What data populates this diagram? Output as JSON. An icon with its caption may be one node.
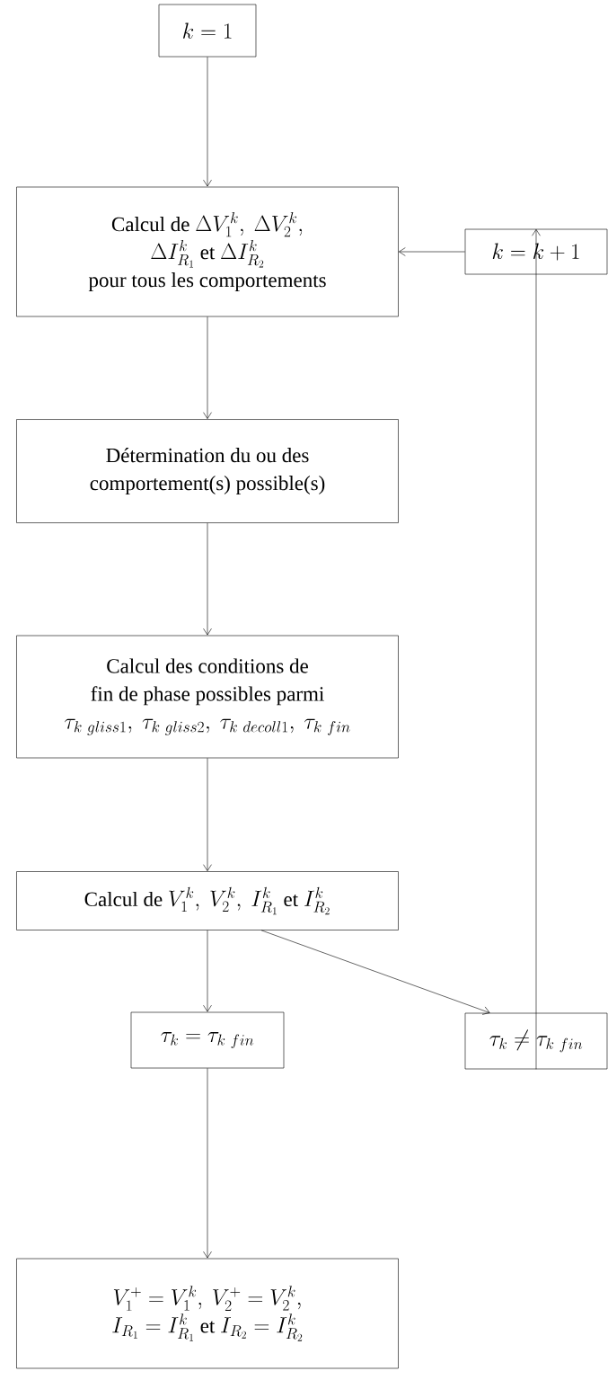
{
  "diagram": {
    "nodes": [
      {
        "text": [
          "k = 1"
        ]
      },
      {
        "text": [
          "\\text{Calcul de }\\Delta V_1^k,\\ \\Delta V_2^k,",
          "\\Delta I_{R_1}^k\\text{ et }\\Delta I_{R_2}^k",
          "pour tous les comportements"
        ]
      },
      {
        "text": [
          "Détermination du ou des",
          "comportement(s) possible(s)"
        ]
      },
      {
        "text": [
          "Calcul des conditions de",
          "fin de phase possibles parmi",
          "\\tau_{k\\ gliss1},\\ \\tau_{k\\ gliss2},\\ \\tau_{k\\ decoll1},\\ \\tau_{k\\ fin}"
        ]
      },
      {
        "text": [
          "\\text{Calcul de }V_1^k,\\ V_2^k,\\ I_{R_1}^k\\text{ et }I_{R_2}^k"
        ]
      },
      {
        "text": [
          "\\tau_k = \\tau_{k\\ fin}"
        ]
      },
      {
        "text": [
          "\\tau_k \\neq \\tau_{k\\ fin}"
        ]
      },
      {
        "text": [
          "k = k + 1"
        ]
      },
      {
        "text": [
          "V_1^+ = V_1^k,\\ V_2^+ = V_2^k,",
          "I_{R_1} = I_{R_1}^k\\text{ et }I_{R_2} = I_{R_2}^k"
        ]
      }
    ],
    "edges": [
      {
        "from": 0,
        "to": 1,
        "arrow": "to"
      },
      {
        "from": 1,
        "to": 2,
        "arrow": "to"
      },
      {
        "from": 2,
        "to": 3,
        "arrow": "to"
      },
      {
        "from": 3,
        "to": 4,
        "arrow": "to"
      },
      {
        "from": 4,
        "to": 5,
        "arrow": "to"
      },
      {
        "from": 4,
        "to": 6,
        "arrow": "to"
      },
      {
        "from": 6,
        "to": 7,
        "arrow": "to"
      },
      {
        "from": 7,
        "to": 1,
        "arrow": "to"
      },
      {
        "from": 5,
        "to": 8,
        "arrow": "to"
      }
    ]
  }
}
